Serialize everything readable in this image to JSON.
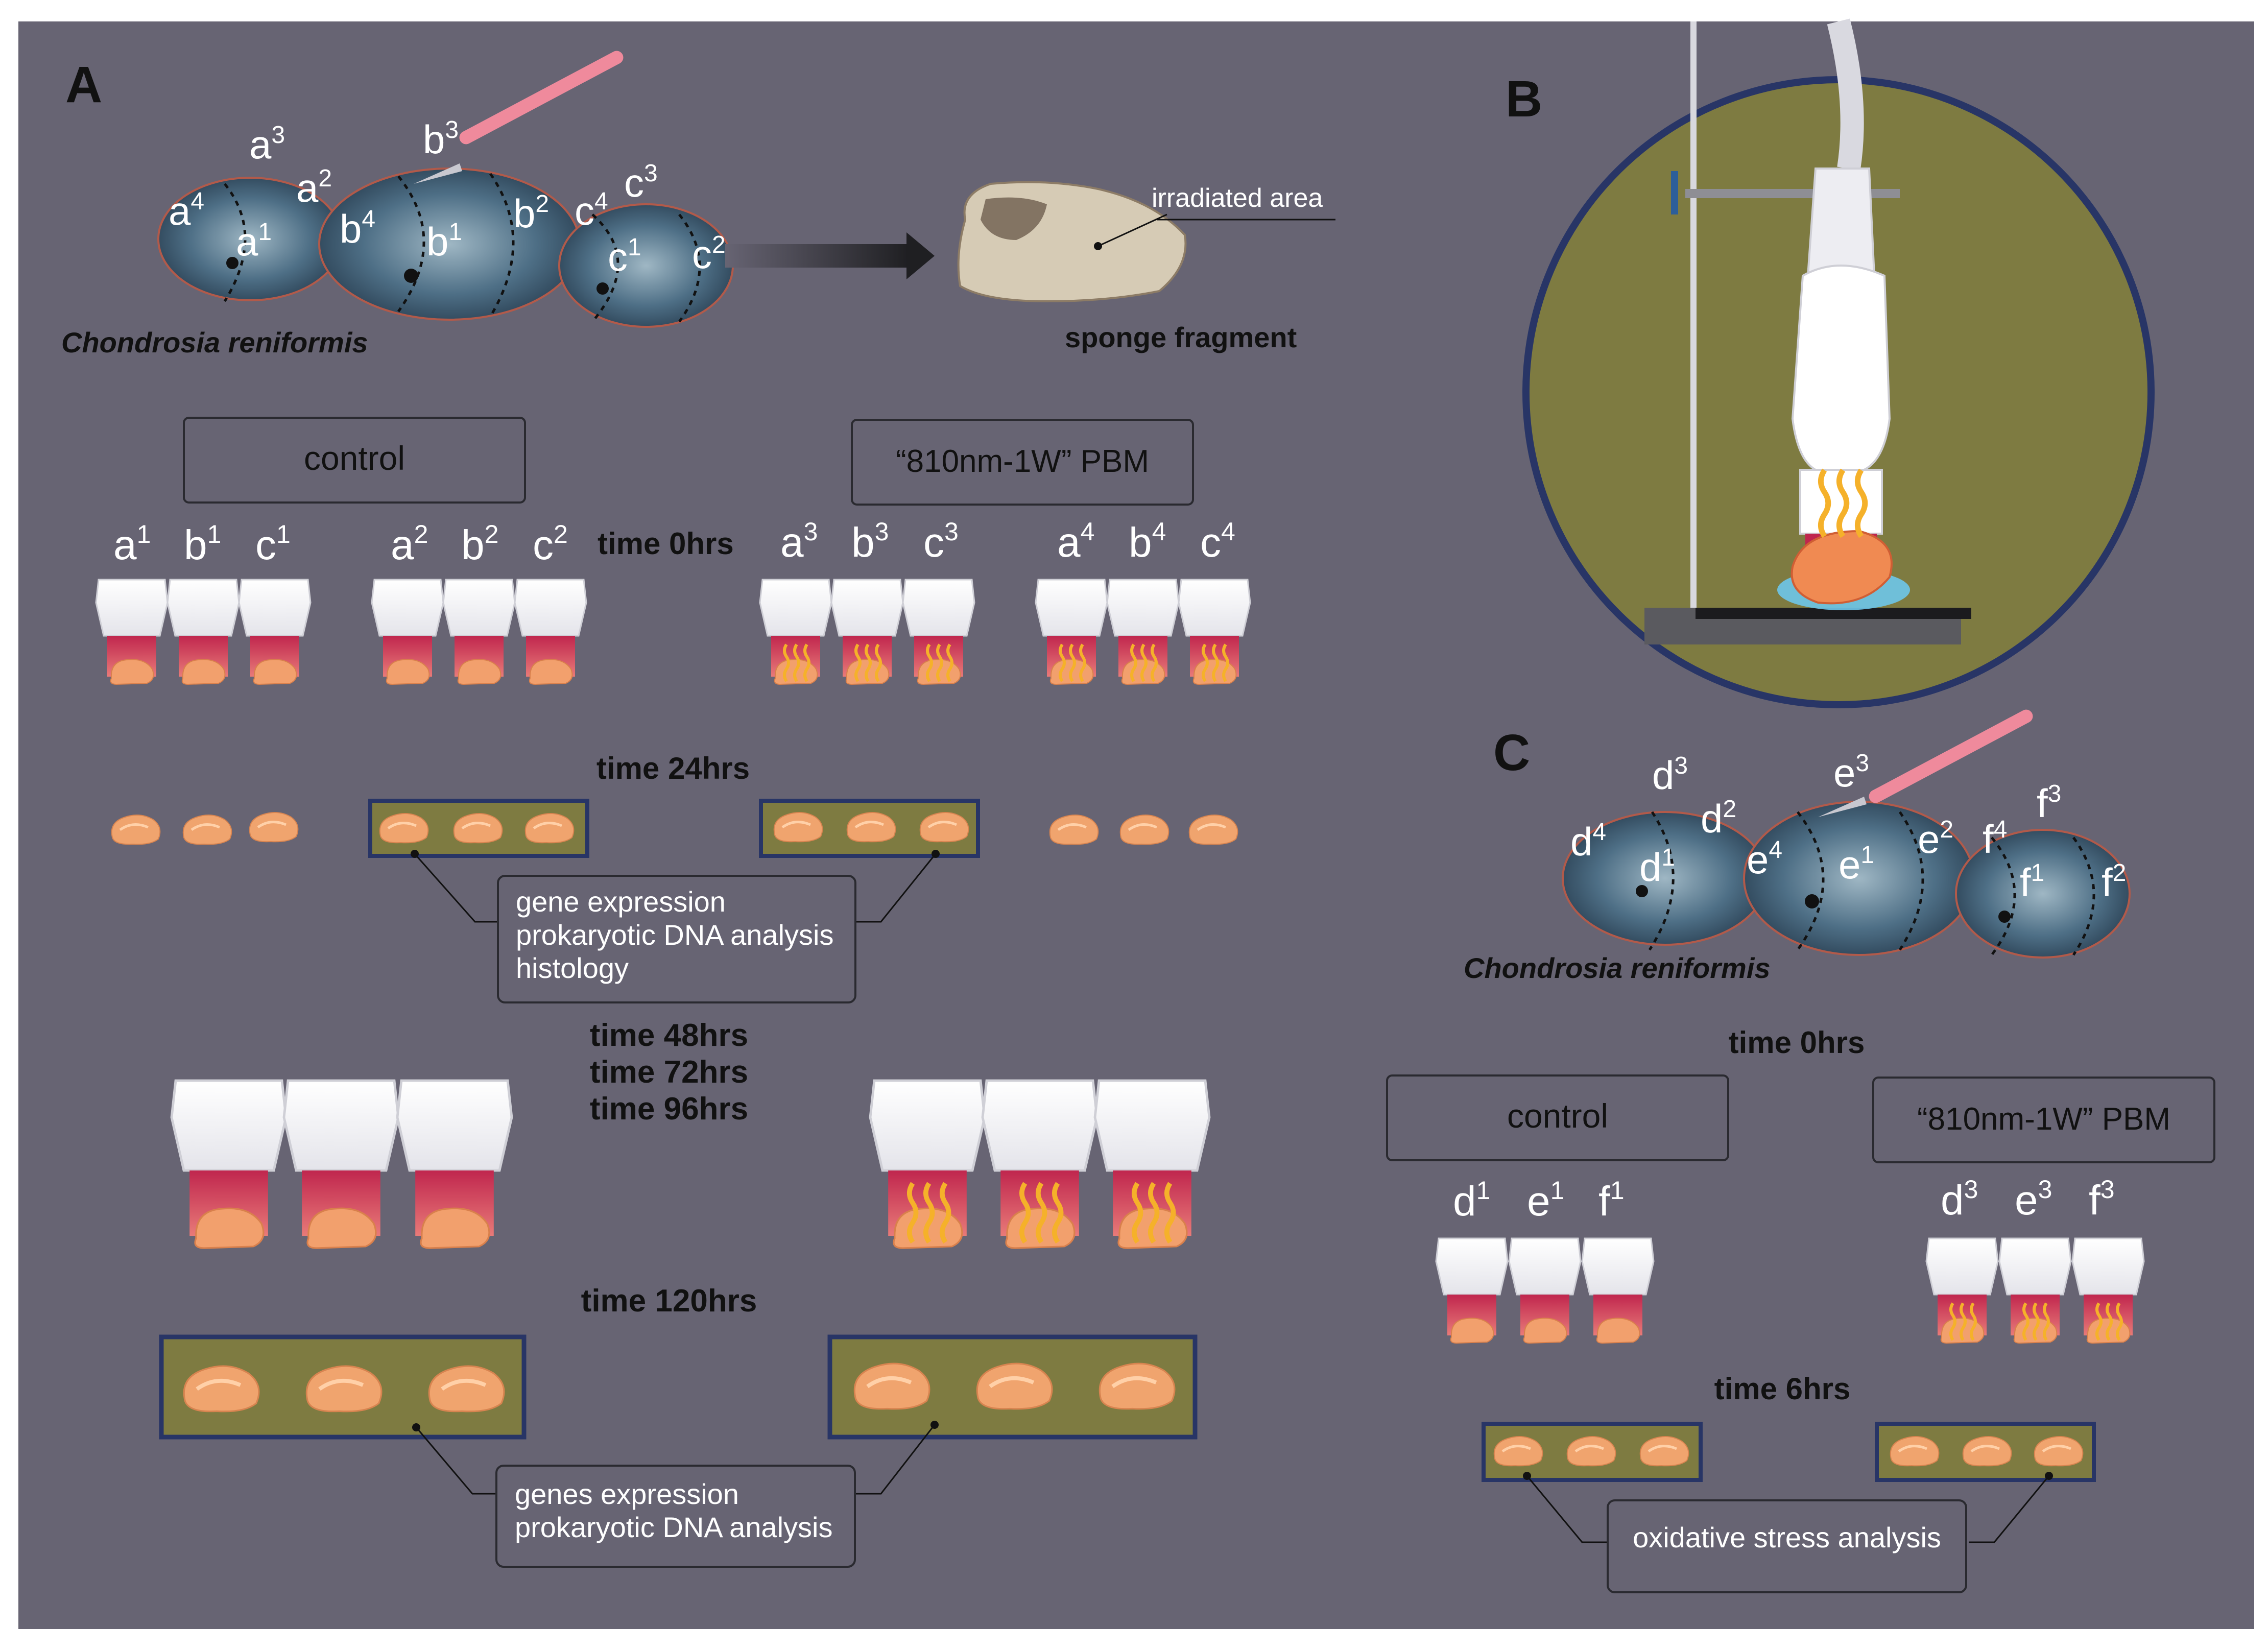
{
  "panels": {
    "a": "A",
    "b": "B",
    "c": "C"
  },
  "panel_a": {
    "species": "Chondrosia reniformis",
    "sponge_letters": [
      "a",
      "b",
      "c"
    ],
    "irradiated_area": "irradiated area",
    "sponge_fragment": "sponge fragment",
    "control_label": "control",
    "pbm_label": "“810nm-1W” PBM",
    "groups": {
      "g1": [
        "a1",
        "b1",
        "c1"
      ],
      "g2": [
        "a2",
        "b2",
        "c2"
      ],
      "g3": [
        "a3",
        "b3",
        "c3"
      ],
      "g4": [
        "a4",
        "b4",
        "c4"
      ]
    },
    "time_0": "time 0hrs",
    "time_24": "time 24hrs",
    "time_48": "time 48hrs",
    "time_72": "time 72hrs",
    "time_96": "time 96hrs",
    "time_120": "time 120hrs",
    "analysis_24": [
      "gene expression",
      "prokaryotic DNA analysis",
      "histology"
    ],
    "analysis_120": [
      "genes expression",
      "prokaryotic DNA analysis"
    ]
  },
  "panel_c": {
    "species": "Chondrosia reniformis",
    "time_0": "time 0hrs",
    "control_label": "control",
    "pbm_label": "“810nm-1W” PBM",
    "groups": {
      "control": [
        "d1",
        "e1",
        "f1"
      ],
      "pbm": [
        "d3",
        "e3",
        "f3"
      ]
    },
    "time_6": "time 6hrs",
    "analysis_6": "oxidative stress analysis"
  },
  "colors": {
    "background": "#676473",
    "olive": "#7e7b41",
    "frame": "#283566",
    "sponge": "#f0a878",
    "laser": "#c23252"
  }
}
